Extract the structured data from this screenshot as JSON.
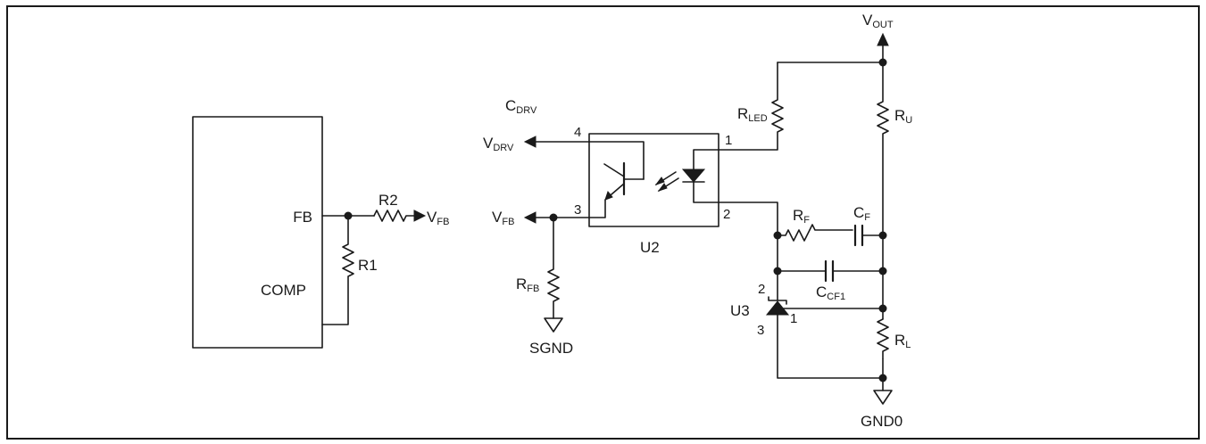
{
  "controller": {
    "pin_fb": "FB",
    "pin_comp": "COMP"
  },
  "left_net": {
    "r2": "R2",
    "r1": "R1",
    "vfb_main": "V",
    "vfb_sub": "FB"
  },
  "optocoupler": {
    "ref": "U2",
    "pin1": "1",
    "pin2": "2",
    "pin3": "3",
    "pin4": "4"
  },
  "drive": {
    "cdrv_main": "C",
    "cdrv_sub": "DRV",
    "vdrv_main": "V",
    "vdrv_sub": "DRV",
    "vfb_main": "V",
    "vfb_sub": "FB",
    "rfb_main": "R",
    "rfb_sub": "FB",
    "ground": "SGND"
  },
  "output": {
    "vout_main": "V",
    "vout_sub": "OUT",
    "rled_main": "R",
    "rled_sub": "LED",
    "ru_main": "R",
    "ru_sub": "U",
    "rf_main": "R",
    "rf_sub": "F",
    "cf_main": "C",
    "cf_sub": "F",
    "ccf1_main": "C",
    "ccf1_sub": "CF1",
    "rl_main": "R",
    "rl_sub": "L",
    "ground": "GND0"
  },
  "shunt_regulator": {
    "ref": "U3",
    "pin1": "1",
    "pin2": "2",
    "pin3": "3"
  }
}
